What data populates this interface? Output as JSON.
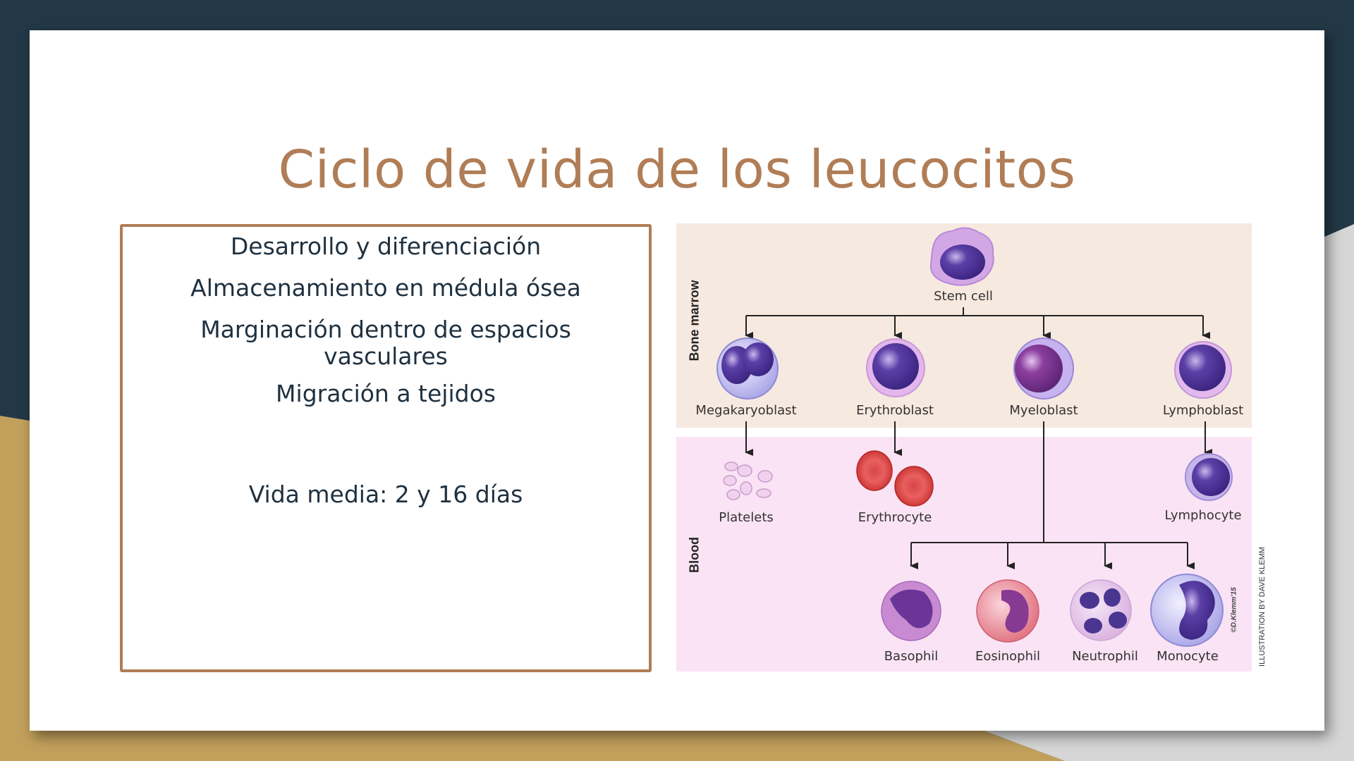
{
  "slide": {
    "title": "Ciclo de vida de los leucocitos",
    "box_lines": [
      "Desarrollo y diferenciación",
      "Almacenamiento en médula ósea",
      "Marginación dentro de espacios",
      "vasculares",
      "Migración a tejidos",
      "Vida media: 2 y 16 días"
    ]
  },
  "diagram": {
    "sections": {
      "top": "Bone marrow",
      "bottom": "Blood"
    },
    "root": "Stem cell",
    "blasts": [
      "Megakaryoblast",
      "Erythroblast",
      "Myeloblast",
      "Lymphoblast"
    ],
    "blood_cells": [
      "Platelets",
      "Erythrocyte",
      "Lymphocyte"
    ],
    "myeloid_cells": [
      "Basophil",
      "Eosinophil",
      "Neutrophil",
      "Monocyte"
    ],
    "signature": "©D.Klemm'15",
    "credit": "ILLUSTRATION BY DAVE KLEMM",
    "colors": {
      "bone_marrow_bg": "#F6E9DF",
      "blood_bg": "#FAE3F4",
      "accent": "#B07D56",
      "text": "#1f3140"
    }
  }
}
